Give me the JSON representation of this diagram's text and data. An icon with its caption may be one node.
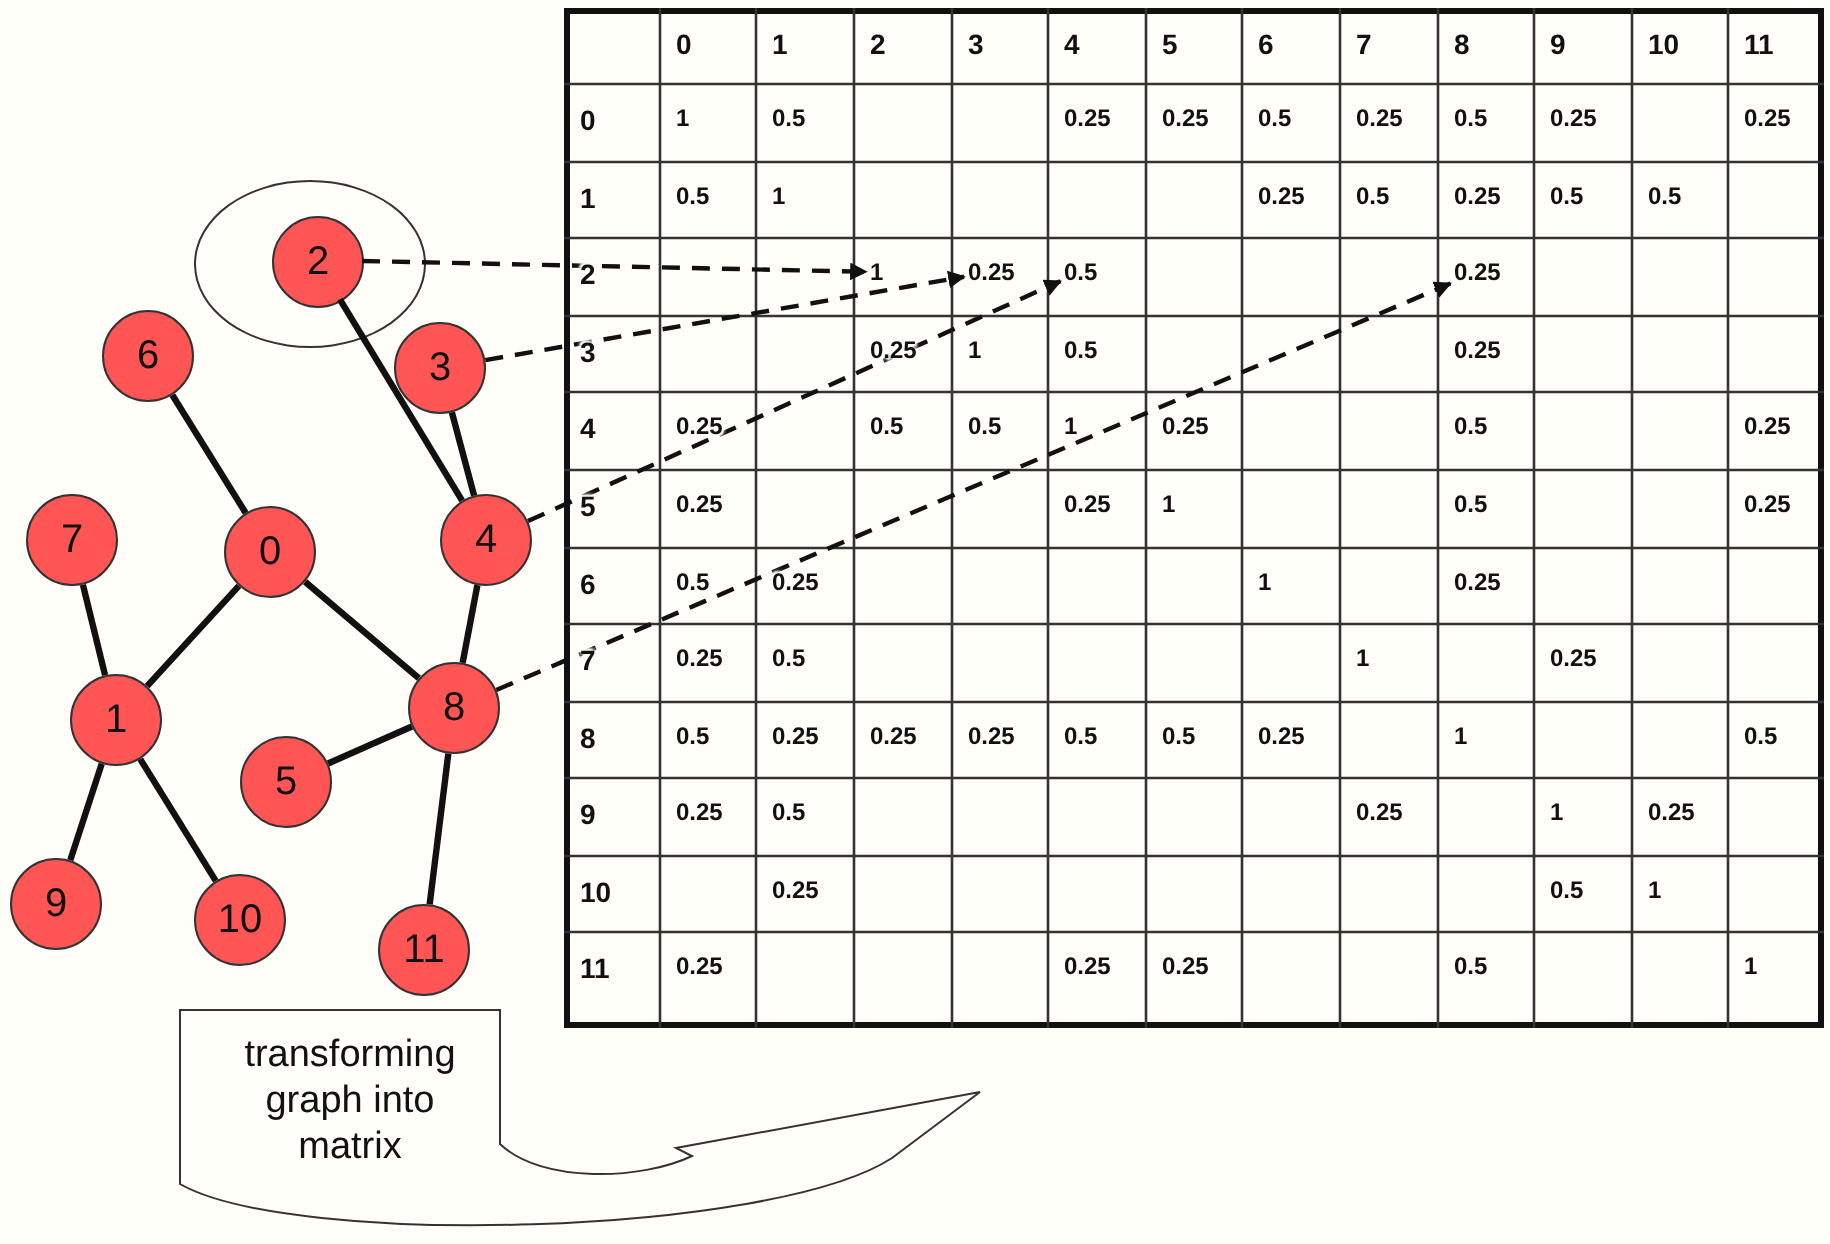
{
  "diagram": {
    "nodes": [
      {
        "text": [],
        "shape": "circle"
      },
      {
        "text": [
          "0"
        ]
      },
      {
        "text": [
          "1"
        ]
      },
      {
        "text": [
          "2"
        ],
        "in": 0
      },
      {
        "text": [
          "3"
        ]
      },
      {
        "text": [
          "4"
        ]
      },
      {
        "text": [
          "5"
        ]
      },
      {
        "text": [
          "6"
        ]
      },
      {
        "text": [
          "7"
        ]
      },
      {
        "text": [
          "8"
        ]
      },
      {
        "text": [
          "9"
        ]
      },
      {
        "text": [
          "10"
        ]
      },
      {
        "text": [
          "11"
        ]
      },
      {
        "text": [
          "transforming graph into matrix"
        ]
      },
      {
        "text": [
          "1"
        ]
      },
      {
        "text": [
          "0.25"
        ]
      },
      {
        "text": [
          "0.5"
        ]
      },
      {
        "text": [
          "0.25"
        ]
      }
    ],
    "edges": [
      {
        "from": 7,
        "to": 1,
        "arrow": "none"
      },
      {
        "from": 1,
        "to": 2,
        "arrow": "none"
      },
      {
        "from": 1,
        "to": 9,
        "arrow": "none"
      },
      {
        "from": 8,
        "to": 2,
        "arrow": "none"
      },
      {
        "from": 2,
        "to": 10,
        "arrow": "none"
      },
      {
        "from": 2,
        "to": 11,
        "arrow": "none"
      },
      {
        "from": 3,
        "to": 5,
        "arrow": "none"
      },
      {
        "from": 4,
        "to": 5,
        "arrow": "none"
      },
      {
        "from": 5,
        "to": 9,
        "arrow": "none"
      },
      {
        "from": 9,
        "to": 6,
        "arrow": "none"
      },
      {
        "from": 9,
        "to": 12,
        "arrow": "none"
      },
      {
        "from": 3,
        "to": 14,
        "arrow": "to",
        "style": "dashed"
      },
      {
        "from": 4,
        "to": 15,
        "arrow": "to",
        "style": "dashed"
      },
      {
        "from": 5,
        "to": 16,
        "arrow": "to",
        "style": "dashed"
      },
      {
        "from": 9,
        "to": 17,
        "arrow": "to",
        "style": "dashed"
      }
    ],
    "labels": [
      "0",
      "1",
      "2",
      "3",
      "4",
      "5",
      "6",
      "7",
      "8",
      "9",
      "10",
      "11",
      "0",
      "1",
      "0.5",
      "0.25",
      "0.25",
      "0.5",
      "0.25",
      "0.5",
      "0.25",
      "0.25",
      "1",
      "0.5",
      "1",
      "0.25",
      "0.5",
      "0.25",
      "0.5",
      "0.5",
      "2",
      "3",
      "0.25",
      "1",
      "0.5",
      "0.25",
      "4",
      "0.25",
      "0.5",
      "0.5",
      "1",
      "0.25",
      "0.5",
      "0.25",
      "5",
      "0.25",
      "0.25",
      "1",
      "0.5",
      "0.25",
      "6",
      "0.5",
      "0.25",
      "1",
      "0.25",
      "7",
      "0.25",
      "0.5",
      "1",
      "0.25",
      "8",
      "0.5",
      "0.25",
      "0.25",
      "0.25",
      "0.5",
      "0.5",
      "0.25",
      "1",
      "0.5",
      "9",
      "0.25",
      "0.5",
      "0.25",
      "1",
      "0.25",
      "10",
      "0.25",
      "0.5",
      "1",
      "11",
      "0.25",
      "0.25",
      "0.25",
      "0.5",
      "1"
    ]
  }
}
